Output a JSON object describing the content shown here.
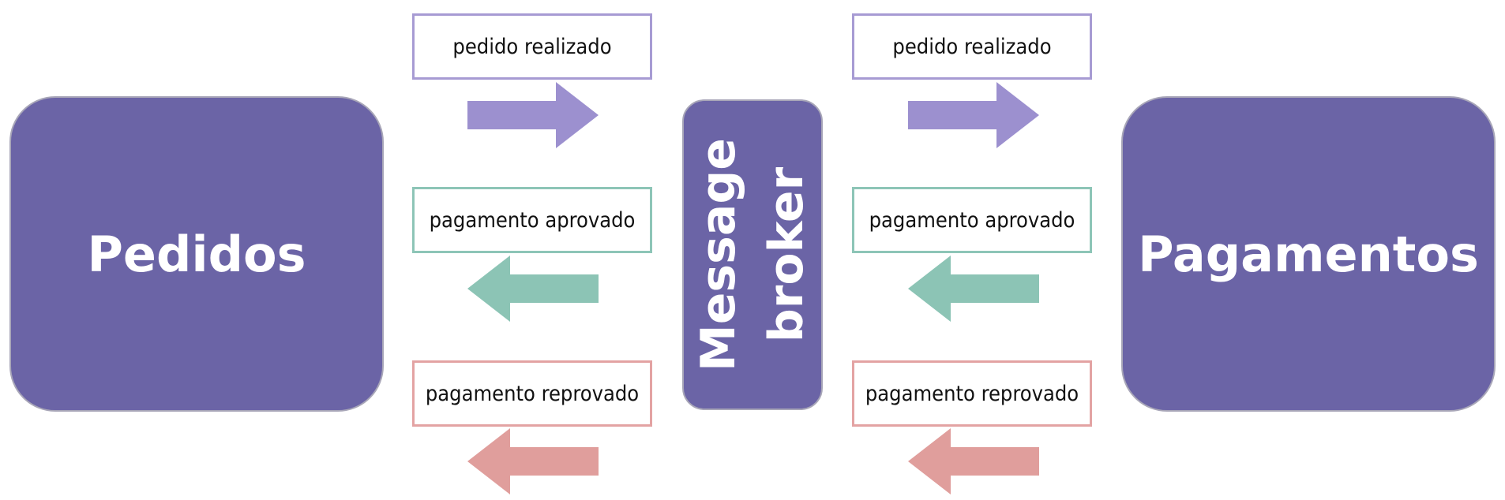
{
  "services": {
    "left": "Pedidos",
    "right": "Pagamentos"
  },
  "broker": {
    "line1": "Message",
    "line2": "broker"
  },
  "messages": {
    "left": {
      "order_placed": "pedido realizado",
      "payment_approved": "pagamento aprovado",
      "payment_rejected": "pagamento reprovado"
    },
    "right": {
      "order_placed": "pedido realizado",
      "payment_approved": "pagamento aprovado",
      "payment_rejected": "pagamento reprovado"
    }
  },
  "colors": {
    "service_fill": "#6b64a6",
    "order_placed": "#9c90cf",
    "payment_approved": "#8cc4b5",
    "payment_rejected": "#e09e9c"
  }
}
